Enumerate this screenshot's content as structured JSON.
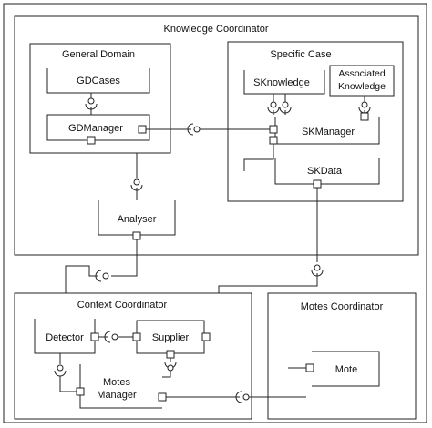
{
  "containers": {
    "knowledge_coordinator": "Knowledge Coordinator",
    "general_domain": "General Domain",
    "specific_case": "Specific Case",
    "context_coordinator": "Context Coordinator",
    "motes_coordinator": "Motes Coordinator"
  },
  "components": {
    "gdcases": "GDCases",
    "gdmanager": "GDManager",
    "sknowledge": "SKnowledge",
    "associated_knowledge_line1": "Associated",
    "associated_knowledge_line2": "Knowledge",
    "skmanager": "SKManager",
    "skdata": "SKData",
    "analyser": "Analyser",
    "detector": "Detector",
    "supplier": "Supplier",
    "motes_manager_line1": "Motes",
    "motes_manager_line2": "Manager",
    "mote": "Mote"
  }
}
